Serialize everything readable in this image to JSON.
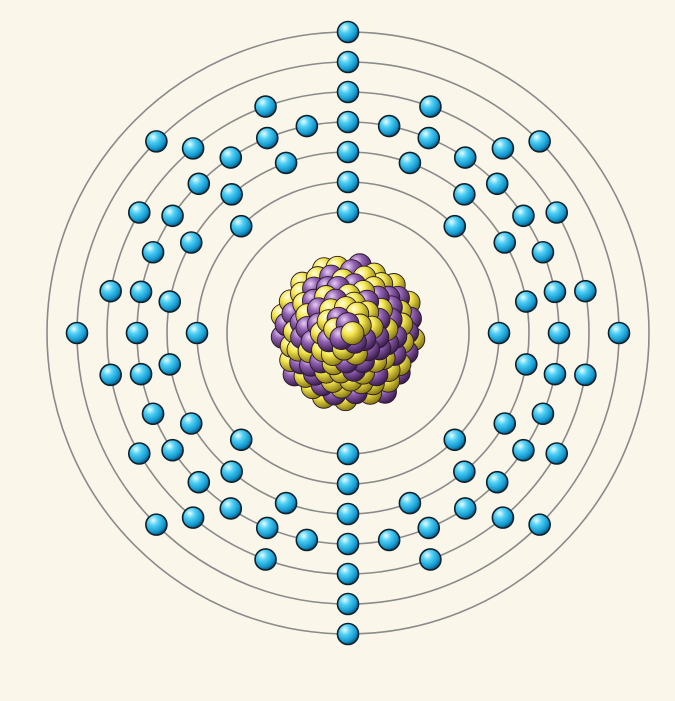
{
  "diagram": {
    "type": "bohr-model",
    "shells": [
      {
        "electrons": 2
      },
      {
        "electrons": 8
      },
      {
        "electrons": 18
      },
      {
        "electrons": 32
      },
      {
        "electrons": 18
      },
      {
        "electrons": 8
      },
      {
        "electrons": 2
      }
    ],
    "nucleus": {
      "particle_kinds": [
        "proton",
        "neutron"
      ]
    },
    "colors": {
      "background": "#faf6ea",
      "shell": "#8a8a8a",
      "electron": "#1fb6e8",
      "proton": "#f2e04a",
      "neutron": "#8a5aa8"
    }
  }
}
